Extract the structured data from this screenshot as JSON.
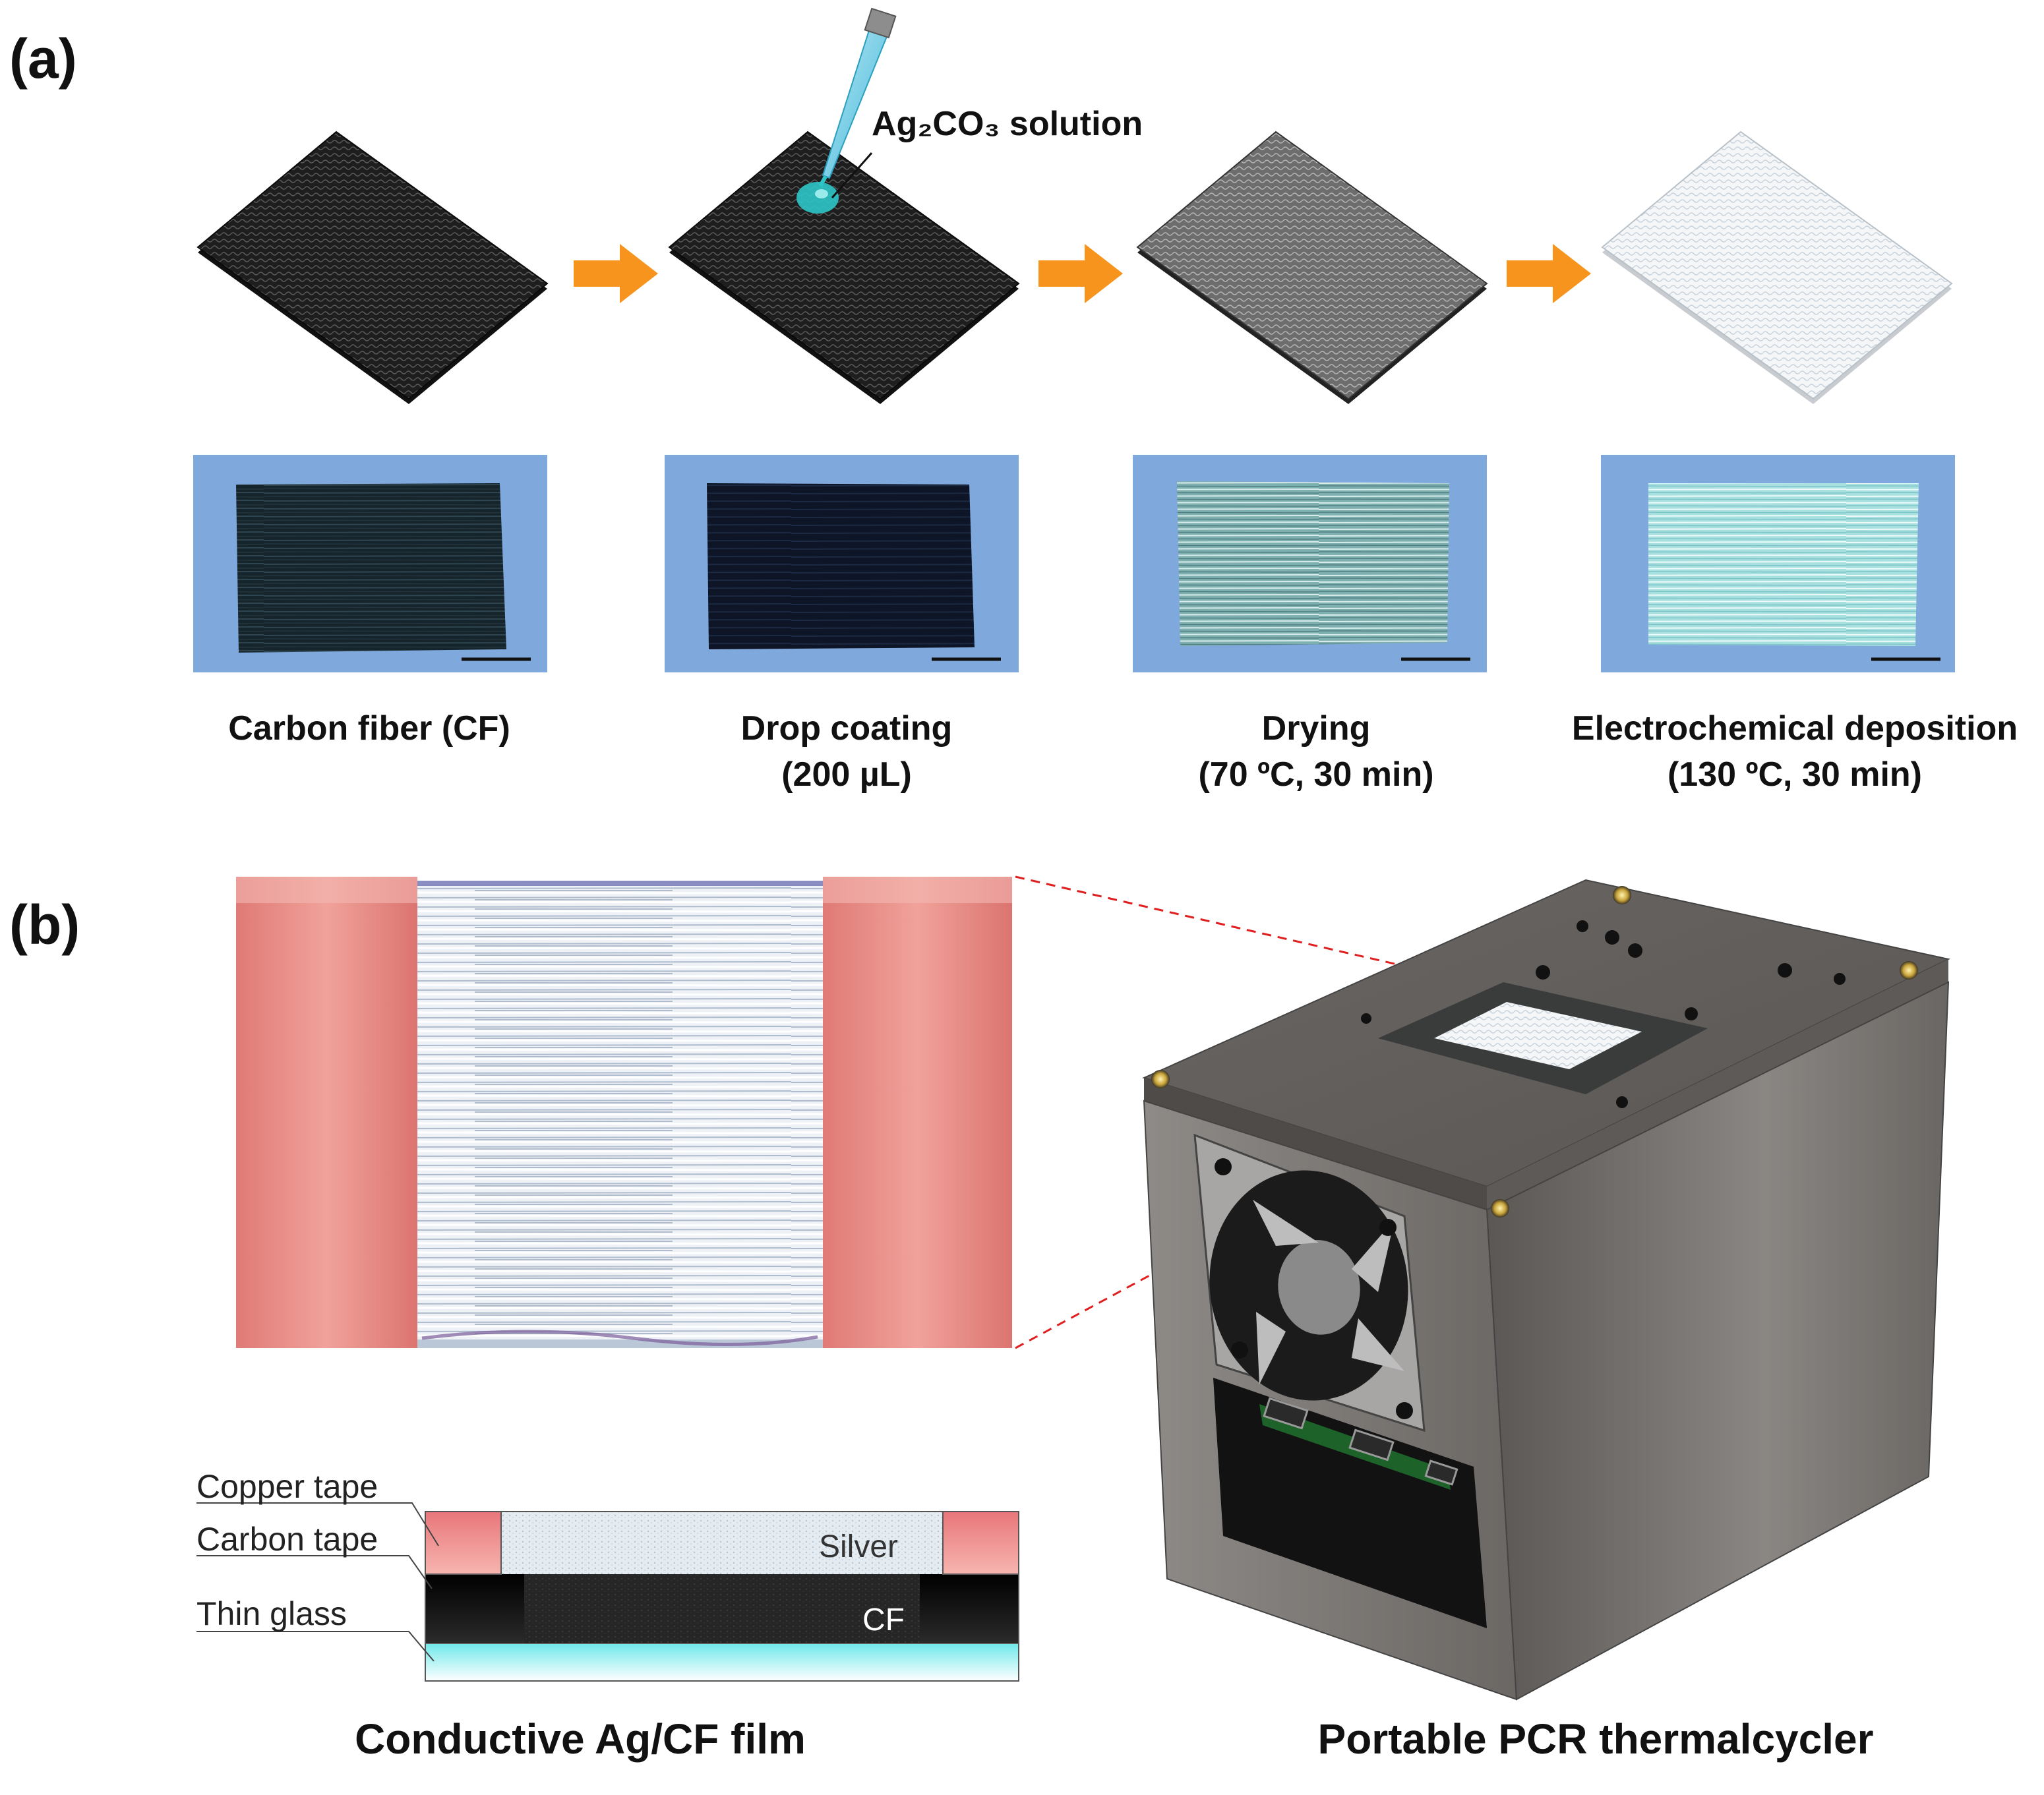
{
  "panel_a": {
    "label": "(a)",
    "callout": "Ag₂CO₃ solution",
    "steps": [
      {
        "line1": "Carbon fiber (CF)",
        "line2": ""
      },
      {
        "line1": "Drop coating",
        "line2": "(200 µL)"
      },
      {
        "line1": "Drying",
        "line2": "(70 ºC, 30 min)"
      },
      {
        "line1": "Electrochemical deposition",
        "line2": "(130 ºC, 30 min)"
      }
    ]
  },
  "panel_b": {
    "label": "(b)",
    "layers": {
      "copper_tape": "Copper tape",
      "carbon_tape": "Carbon tape",
      "thin_glass": "Thin glass",
      "silver": "Silver",
      "cf": "CF"
    },
    "film_caption": "Conductive Ag/CF film",
    "device_caption": "Portable PCR thermalcycler"
  },
  "colors": {
    "arrow": "#f7941d",
    "photo_background": "#7fa8dc",
    "copper": "#e88a86",
    "glass": "#8ff0f0",
    "device": "#6a6663",
    "dashed_line": "#e02020"
  }
}
